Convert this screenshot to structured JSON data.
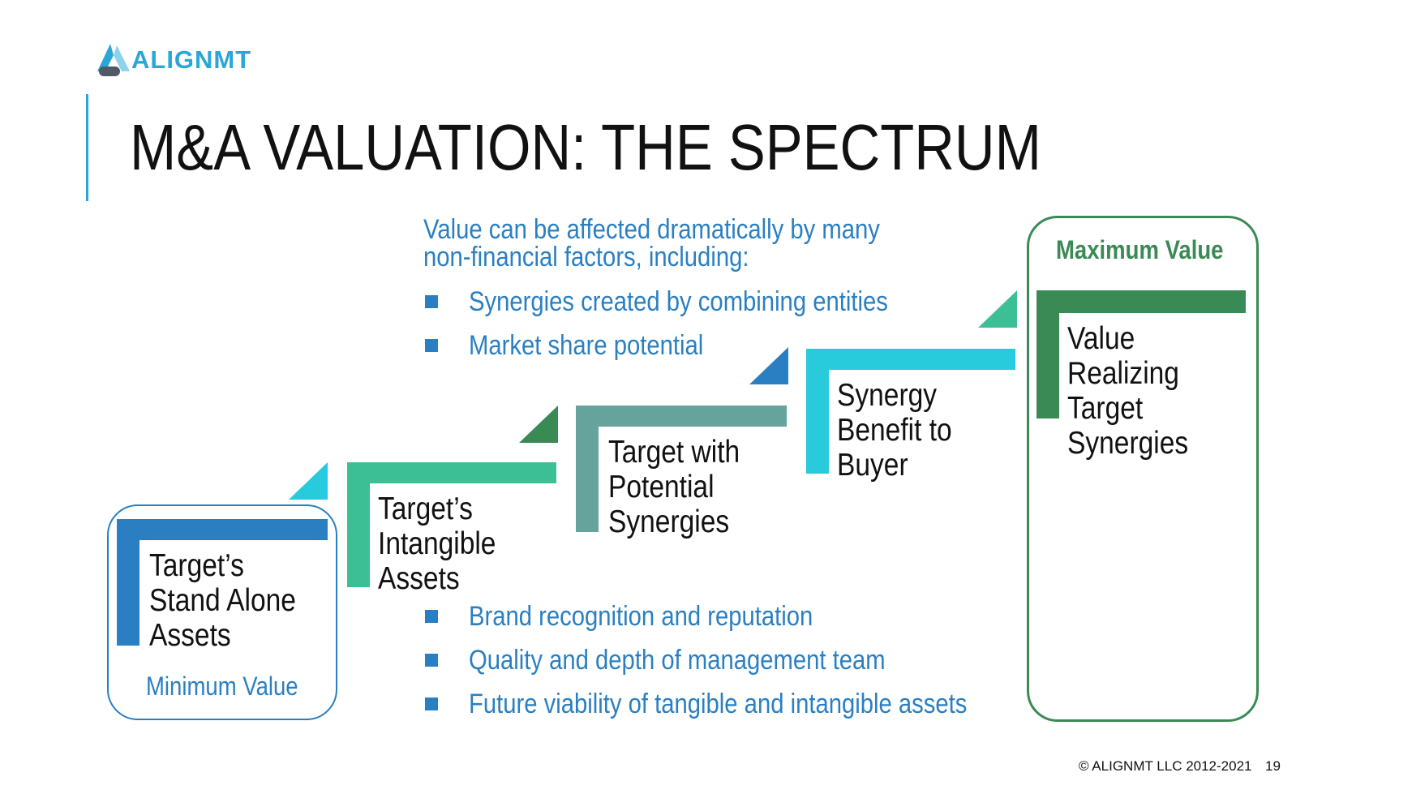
{
  "brand": {
    "logo_text": "ALIGNMT"
  },
  "title": "M&A VALUATION: THE SPECTRUM",
  "intro": "Value can be affected dramatically by many non-financial factors, including:",
  "bullets_top": [
    "Synergies created by combining entities",
    "Market share potential"
  ],
  "bullets_bottom": [
    "Brand recognition and reputation",
    "Quality and depth of management team",
    "Future viability of tangible and intangible assets"
  ],
  "steps": [
    {
      "lines": [
        "Target’s",
        "Stand Alone",
        "Assets"
      ],
      "color": "#2a7fc2"
    },
    {
      "lines": [
        "Target’s",
        "Intangible",
        "Assets"
      ],
      "color": "#3dbf96"
    },
    {
      "lines": [
        "Target with",
        "Potential",
        "Synergies"
      ],
      "color": "#66a39d"
    },
    {
      "lines": [
        "Synergy",
        "Benefit to",
        "Buyer"
      ],
      "color": "#27cbdb"
    },
    {
      "lines": [
        "Value",
        "Realizing",
        "Target",
        "Synergies"
      ],
      "color": "#3a8a55"
    }
  ],
  "triangles": [
    {
      "color": "#27cbdb"
    },
    {
      "color": "#3a8a55"
    },
    {
      "color": "#2a7fc2"
    },
    {
      "color": "#3dbf96"
    }
  ],
  "min_label": "Minimum Value",
  "max_label": "Maximum Value",
  "colors": {
    "accent_blue": "#2a7fc2",
    "accent_green": "#3a8a55",
    "logo_blue": "#2aa7d6"
  },
  "footer": {
    "copyright": "© ALIGNMT LLC 2012-2021",
    "page_number": "19"
  }
}
